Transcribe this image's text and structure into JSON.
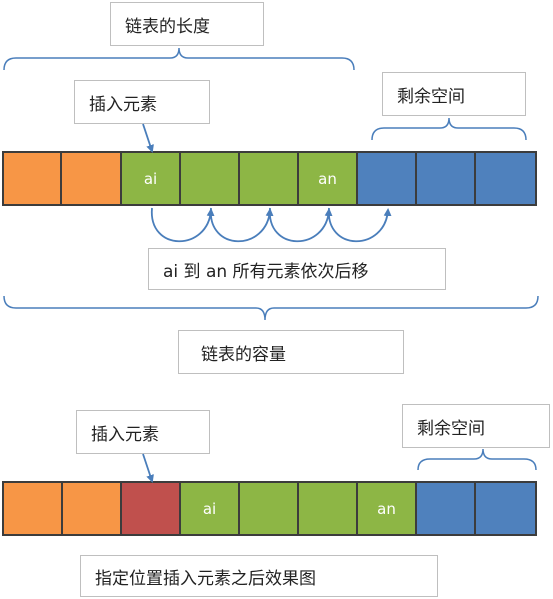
{
  "top": {
    "length_label": "链表的长度",
    "insert_label": "插入元素",
    "remaining_label": "剩余空间",
    "shift_label": "ai 到 an 所有元素依次后移",
    "capacity_label": "链表的容量",
    "cells": [
      {
        "color": "orange",
        "text": ""
      },
      {
        "color": "orange",
        "text": ""
      },
      {
        "color": "green",
        "text": "ai"
      },
      {
        "color": "green",
        "text": ""
      },
      {
        "color": "green",
        "text": ""
      },
      {
        "color": "green",
        "text": "an"
      },
      {
        "color": "blue",
        "text": ""
      },
      {
        "color": "blue",
        "text": ""
      },
      {
        "color": "blue",
        "text": ""
      }
    ]
  },
  "bottom": {
    "insert_label": "插入元素",
    "remaining_label": "剩余空间",
    "result_label": "指定位置插入元素之后效果图",
    "cells": [
      {
        "color": "orange",
        "text": ""
      },
      {
        "color": "orange",
        "text": ""
      },
      {
        "color": "red",
        "text": ""
      },
      {
        "color": "green",
        "text": "ai"
      },
      {
        "color": "green",
        "text": ""
      },
      {
        "color": "green",
        "text": ""
      },
      {
        "color": "green",
        "text": "an"
      },
      {
        "color": "blue",
        "text": ""
      },
      {
        "color": "blue",
        "text": ""
      }
    ]
  },
  "colors": {
    "orange": "#f79646",
    "green": "#8db645",
    "red": "#c0504d",
    "blue": "#4f81bd",
    "bracket": "#4a7ebb",
    "arrow": "#4a7ebb"
  }
}
